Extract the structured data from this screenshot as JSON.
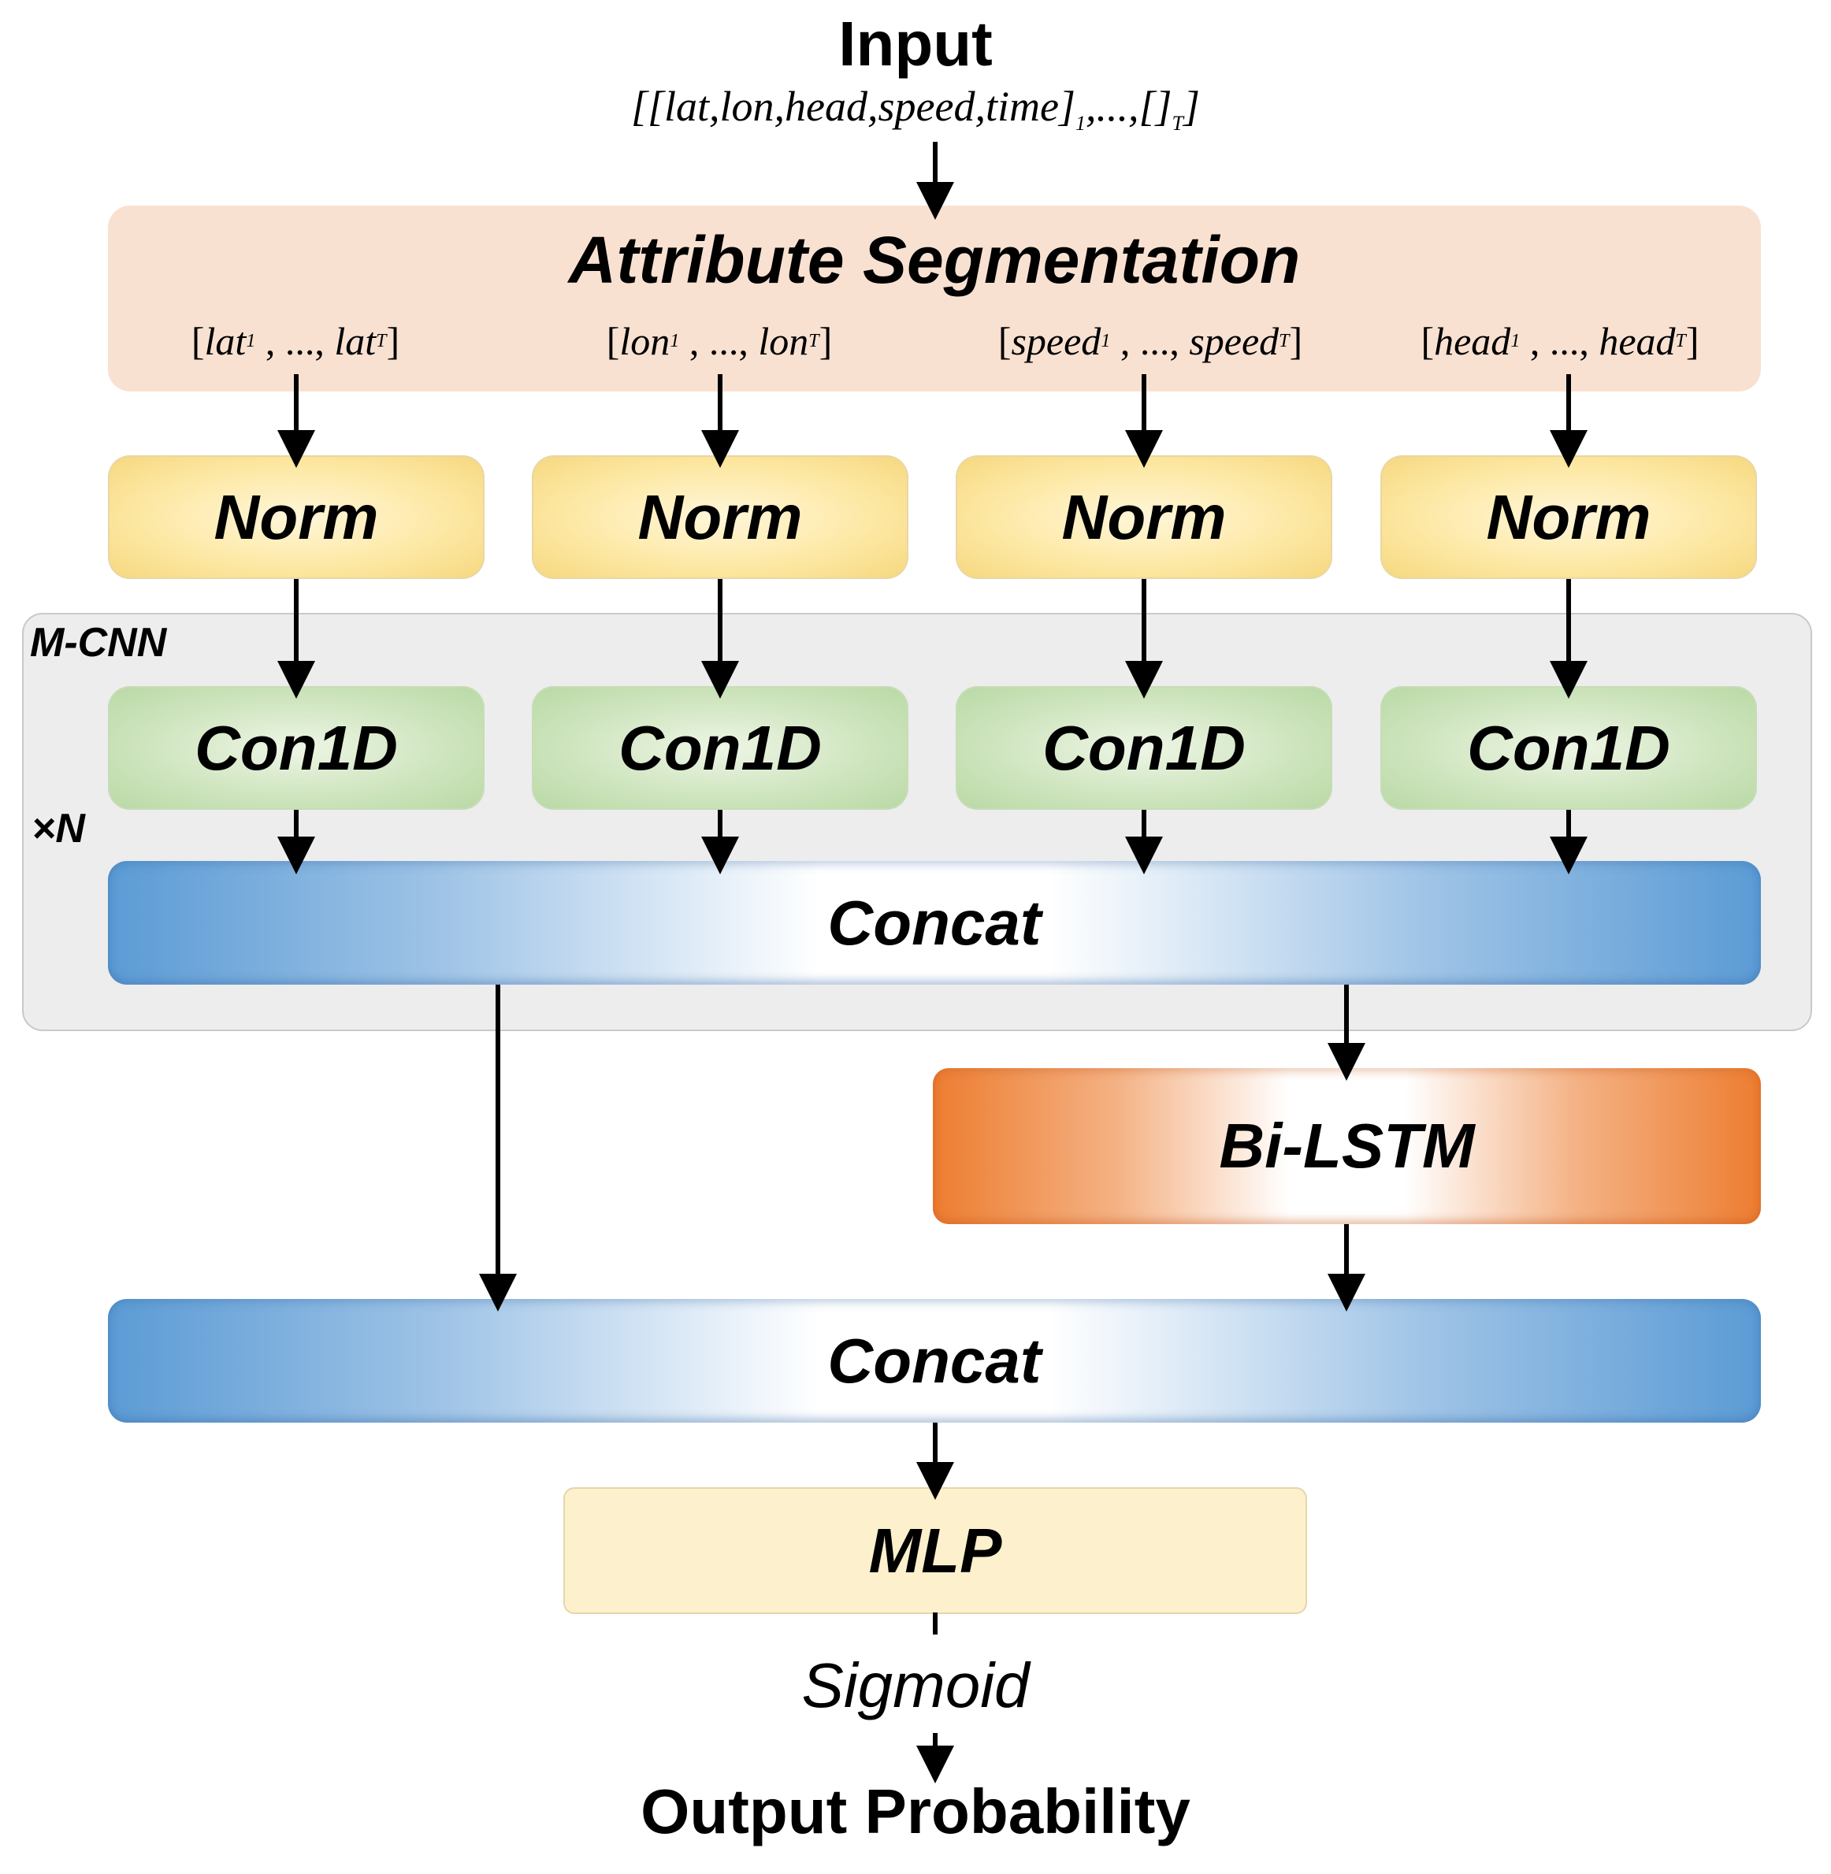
{
  "input": {
    "title": "Input",
    "formula_main": "[[lat,lon,head,speed,time]",
    "formula_sub1": "1",
    "formula_mid": ",...,[]",
    "formula_subT": "T",
    "formula_end": "]"
  },
  "segmentation": {
    "title": "Attribute Segmentation",
    "ranges": [
      {
        "open": "[",
        "var": "lat",
        "sub1": "1",
        "sep": " , ..., ",
        "var2": "lat",
        "subT": "T",
        "close": "]"
      },
      {
        "open": "[",
        "var": "lon",
        "sub1": "1",
        "sep": " , ..., ",
        "var2": "lon",
        "subT": "T",
        "close": "]"
      },
      {
        "open": "[",
        "var": "speed",
        "sub1": "1",
        "sep": " , ..., ",
        "var2": "speed",
        "subT": "T",
        "close": "]"
      },
      {
        "open": "[",
        "var": "head",
        "sub1": "1",
        "sep": " , ..., ",
        "var2": "head",
        "subT": "T",
        "close": "]"
      }
    ]
  },
  "norm_blocks": [
    "Norm",
    "Norm",
    "Norm",
    "Norm"
  ],
  "mcnn": {
    "label": "M-CNN",
    "repeat_label": "×N",
    "conv_blocks": [
      "Con1D",
      "Con1D",
      "Con1D",
      "Con1D"
    ],
    "concat_label": "Concat"
  },
  "bilstm": {
    "label": "Bi-LSTM"
  },
  "concat2": {
    "label": "Concat"
  },
  "mlp": {
    "label": "MLP"
  },
  "activation": {
    "label": "Sigmoid"
  },
  "output": {
    "label": "Output Probability"
  },
  "colors": {
    "segmentation_bg": "#f9e1d2",
    "norm": "#fde9a6",
    "conv": "#cfe5bf",
    "concat": "#5b9bd5",
    "bilstm": "#ed7d31",
    "mlp": "#fdf0cc",
    "mcnn_bg": "#ededed"
  }
}
